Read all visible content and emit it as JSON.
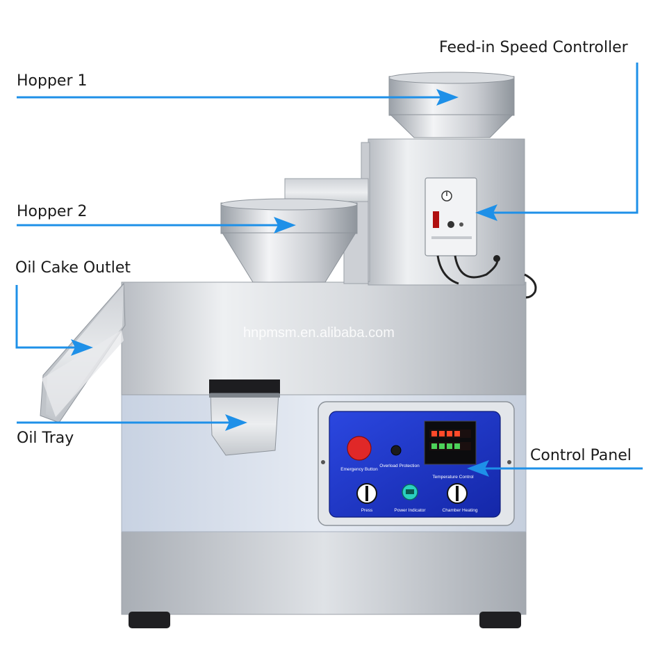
{
  "labels": {
    "hopper_1": "Hopper 1",
    "hopper_2": "Hopper 2",
    "oil_cake_outlet": "Oil Cake Outlet",
    "oil_tray": "Oil Tray",
    "feed_in_speed_controller": "Feed-in Speed Controller",
    "control_panel": "Control Panel"
  },
  "watermark": "hnpmsm.en.alibaba.com",
  "panel": {
    "red_button_label": "Emergency Button",
    "indicator_label": "Overload Protection",
    "display_label": "Temperature Control",
    "knob_left_label": "Press",
    "knob_center_label": "Power Indicator",
    "knob_right_label": "Chamber Heating"
  },
  "colors": {
    "arrow": "#1e90e8",
    "panel_blue": "#1a33c8",
    "steel_light": "#e4e6ea",
    "steel_dark": "#9ea3aa"
  },
  "icons": [
    "arrow-icon",
    "emergency-stop-icon",
    "knob-icon",
    "display-icon"
  ]
}
